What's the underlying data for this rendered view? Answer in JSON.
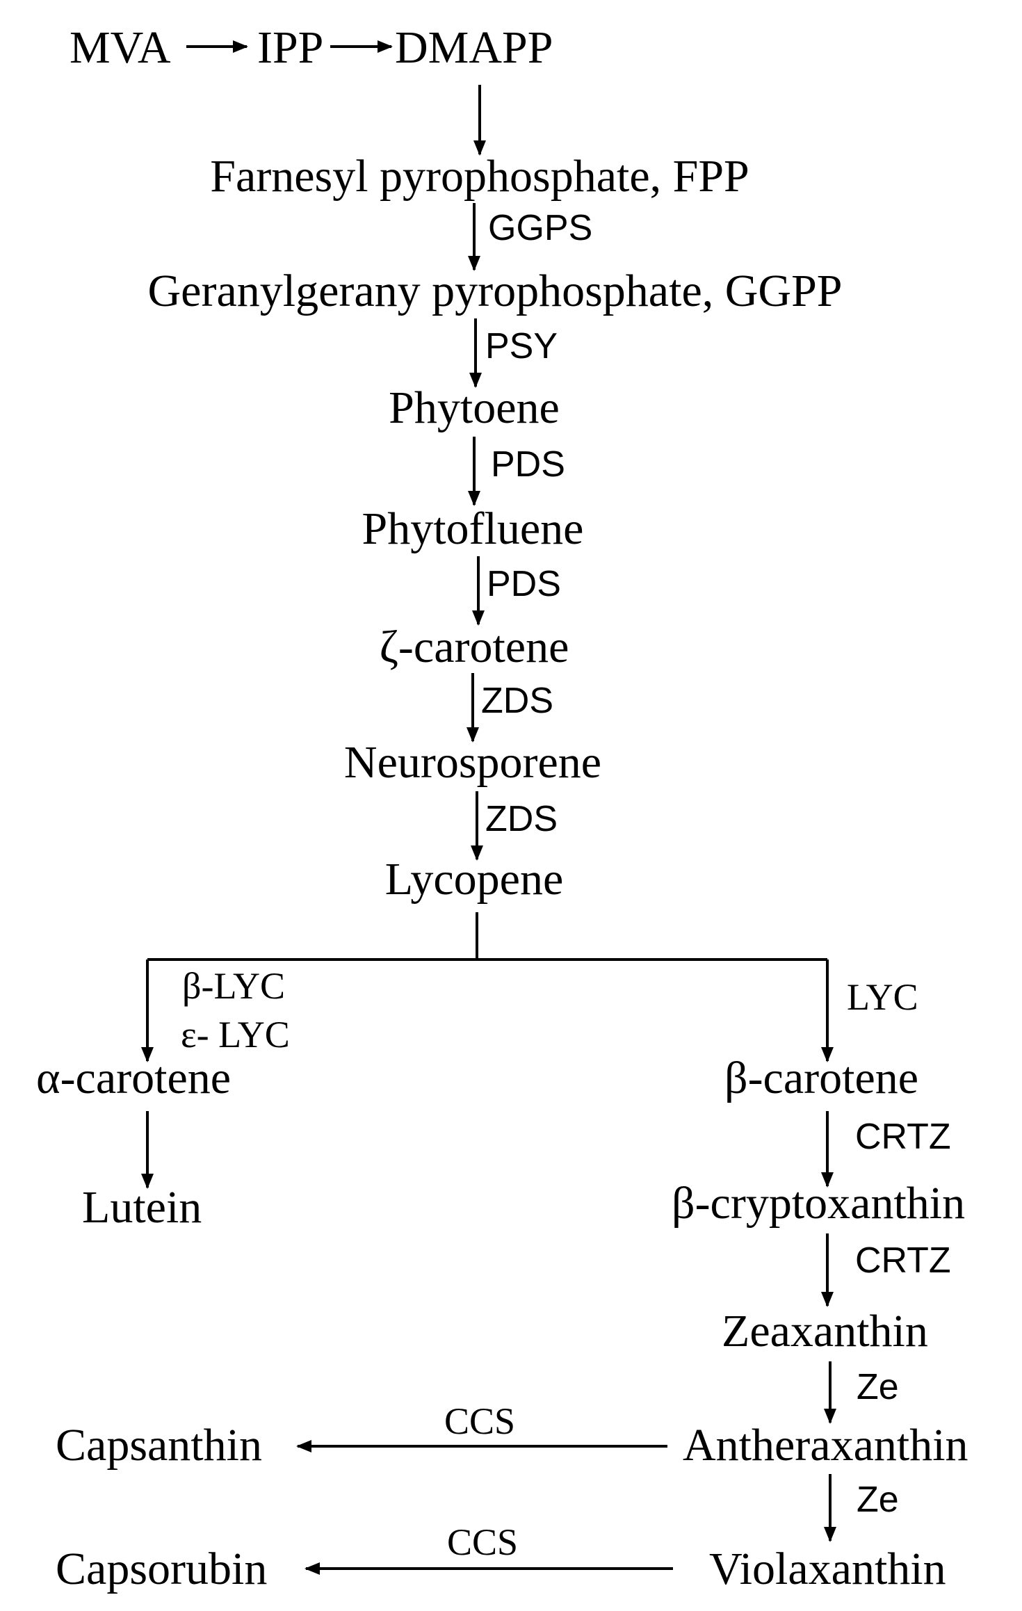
{
  "nodes": {
    "mva": "MVA",
    "ipp": "IPP",
    "dmapp": "DMAPP",
    "fpp": "Farnesyl pyrophosphate, FPP",
    "ggpp": "Geranylgerany pyrophosphate, GGPP",
    "phytoene": "Phytoene",
    "phytofluene": "Phytofluene",
    "zeta_carotene": "ζ-carotene",
    "neurosporene": "Neurosporene",
    "lycopene": "Lycopene",
    "alpha_carotene": "α-carotene",
    "lutein": "Lutein",
    "beta_carotene": "β-carotene",
    "beta_cryptoxanthin": "β-cryptoxanthin",
    "zeaxanthin": "Zeaxanthin",
    "antheraxanthin": "Antheraxanthin",
    "violaxanthin": "Violaxanthin",
    "capsanthin": "Capsanthin",
    "capsorubin": "Capsorubin"
  },
  "enzymes": {
    "ggps": "GGPS",
    "psy": "PSY",
    "pds_1": "PDS",
    "pds_2": "PDS",
    "zds_1": "ZDS",
    "zds_2": "ZDS",
    "beta_lyc": "β-LYC",
    "epsilon_lyc": "ε- LYC",
    "lyc": "LYC",
    "crtz_1": "CRTZ",
    "crtz_2": "CRTZ",
    "ze_1": "Ze",
    "ze_2": "Ze",
    "ccs_1": "CCS",
    "ccs_2": "CCS"
  },
  "colors": {
    "ink": "#000000",
    "background": "#ffffff"
  }
}
